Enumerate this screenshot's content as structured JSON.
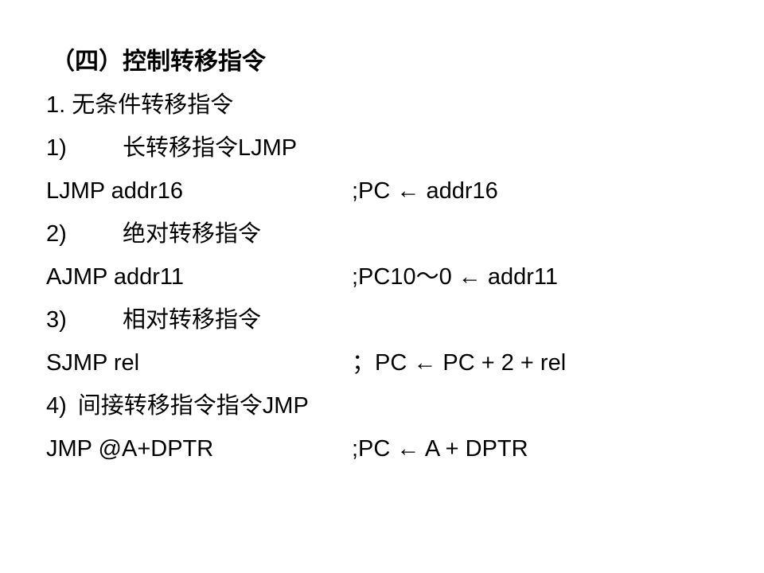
{
  "heading": "（四）控制转移指令",
  "section": "1. 无条件转移指令",
  "items": [
    {
      "num": "1)",
      "title": "长转移指令LJMP",
      "instruction": "LJMP  addr16",
      "comment": ";PC ← addr16"
    },
    {
      "num": "2)",
      "title": "绝对转移指令",
      "instruction": "AJMP  addr11",
      "comment": ";PC10～0 ← addr11"
    },
    {
      "num": "3)",
      "title": "相对转移指令",
      "instruction": "SJMP  rel",
      "comment": "；PC ← PC + 2 + rel"
    },
    {
      "num": "4)",
      "title": "间接转移指令指令JMP",
      "instruction": "JMP  @A+DPTR",
      "comment": ";PC ← A + DPTR"
    }
  ]
}
